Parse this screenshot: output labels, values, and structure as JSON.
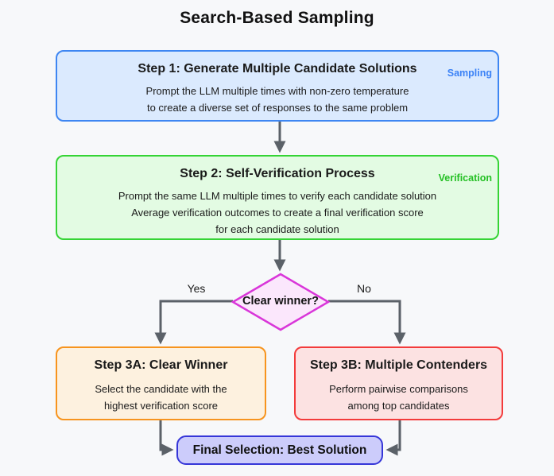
{
  "title": "Search-Based Sampling",
  "nodes": {
    "step1": {
      "title": "Step 1: Generate Multiple Candidate Solutions",
      "tag": "Sampling",
      "lines": [
        "Prompt the LLM multiple times with non-zero temperature",
        "to create a diverse set of responses to the same problem"
      ]
    },
    "step2": {
      "title": "Step 2: Self-Verification Process",
      "tag": "Verification",
      "lines": [
        "Prompt the same LLM multiple times to verify each candidate solution",
        "Average verification outcomes to create a final verification score",
        "for each candidate solution"
      ]
    },
    "decision": {
      "label": "Clear winner?"
    },
    "step3a": {
      "title": "Step 3A: Clear Winner",
      "lines": [
        "Select the candidate with the",
        "highest verification score"
      ]
    },
    "step3b": {
      "title": "Step 3B: Multiple Contenders",
      "lines": [
        "Perform pairwise comparisons",
        "among top candidates"
      ]
    },
    "final": {
      "label": "Final Selection: Best Solution"
    }
  },
  "edges": {
    "yes": "Yes",
    "no": "No"
  },
  "colors": {
    "background": "#f7f8fa",
    "step1_fill": "#dbeafe",
    "step1_border": "#3e86f2",
    "step1_tag": "#3b82f6",
    "step2_fill": "#e3fbe3",
    "step2_border": "#35d435",
    "step2_tag": "#24c024",
    "decision_fill": "#fbe7fc",
    "decision_border": "#d936d9",
    "step3a_fill": "#fdf1df",
    "step3a_border": "#f7941e",
    "step3b_fill": "#fce2e2",
    "step3b_border": "#f33b3b",
    "final_fill": "#ccccfb",
    "final_border": "#3636d8",
    "arrow": "#5b6168"
  }
}
